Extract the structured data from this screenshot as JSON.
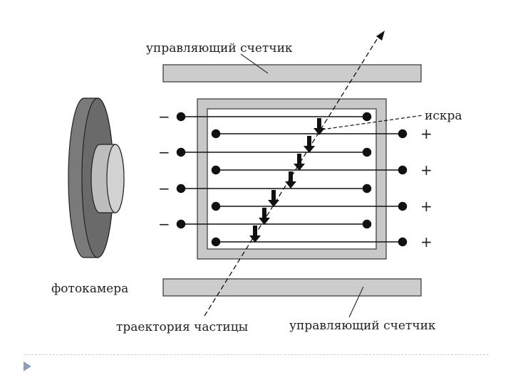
{
  "labels": {
    "top_counter": "управляющий счетчик",
    "bottom_counter": "управляющий счетчик",
    "spark": "искра",
    "camera": "фотокамера",
    "trajectory": "траектория частицы"
  },
  "signs": {
    "negative": "−",
    "positive": "+"
  },
  "colors": {
    "counter_fill": "#cccccc",
    "chamber_frame": "#c8c8c8",
    "camera_body": "#7a7a7a",
    "camera_lens": "#bdbdbd",
    "ink": "#111111"
  }
}
